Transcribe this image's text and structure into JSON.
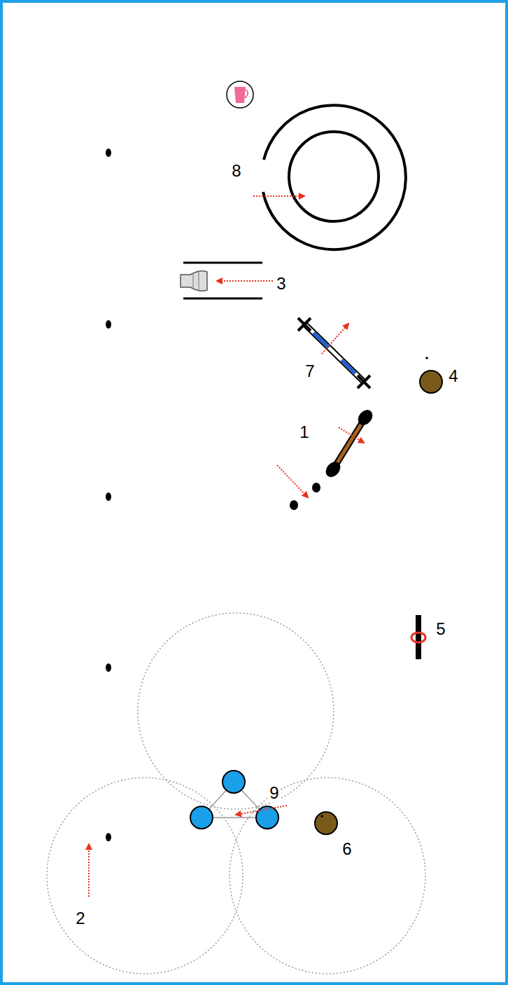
{
  "diagram": {
    "labels": [
      "8",
      "3",
      "7",
      "4",
      "1",
      "5",
      "9",
      "6",
      "2"
    ]
  }
}
